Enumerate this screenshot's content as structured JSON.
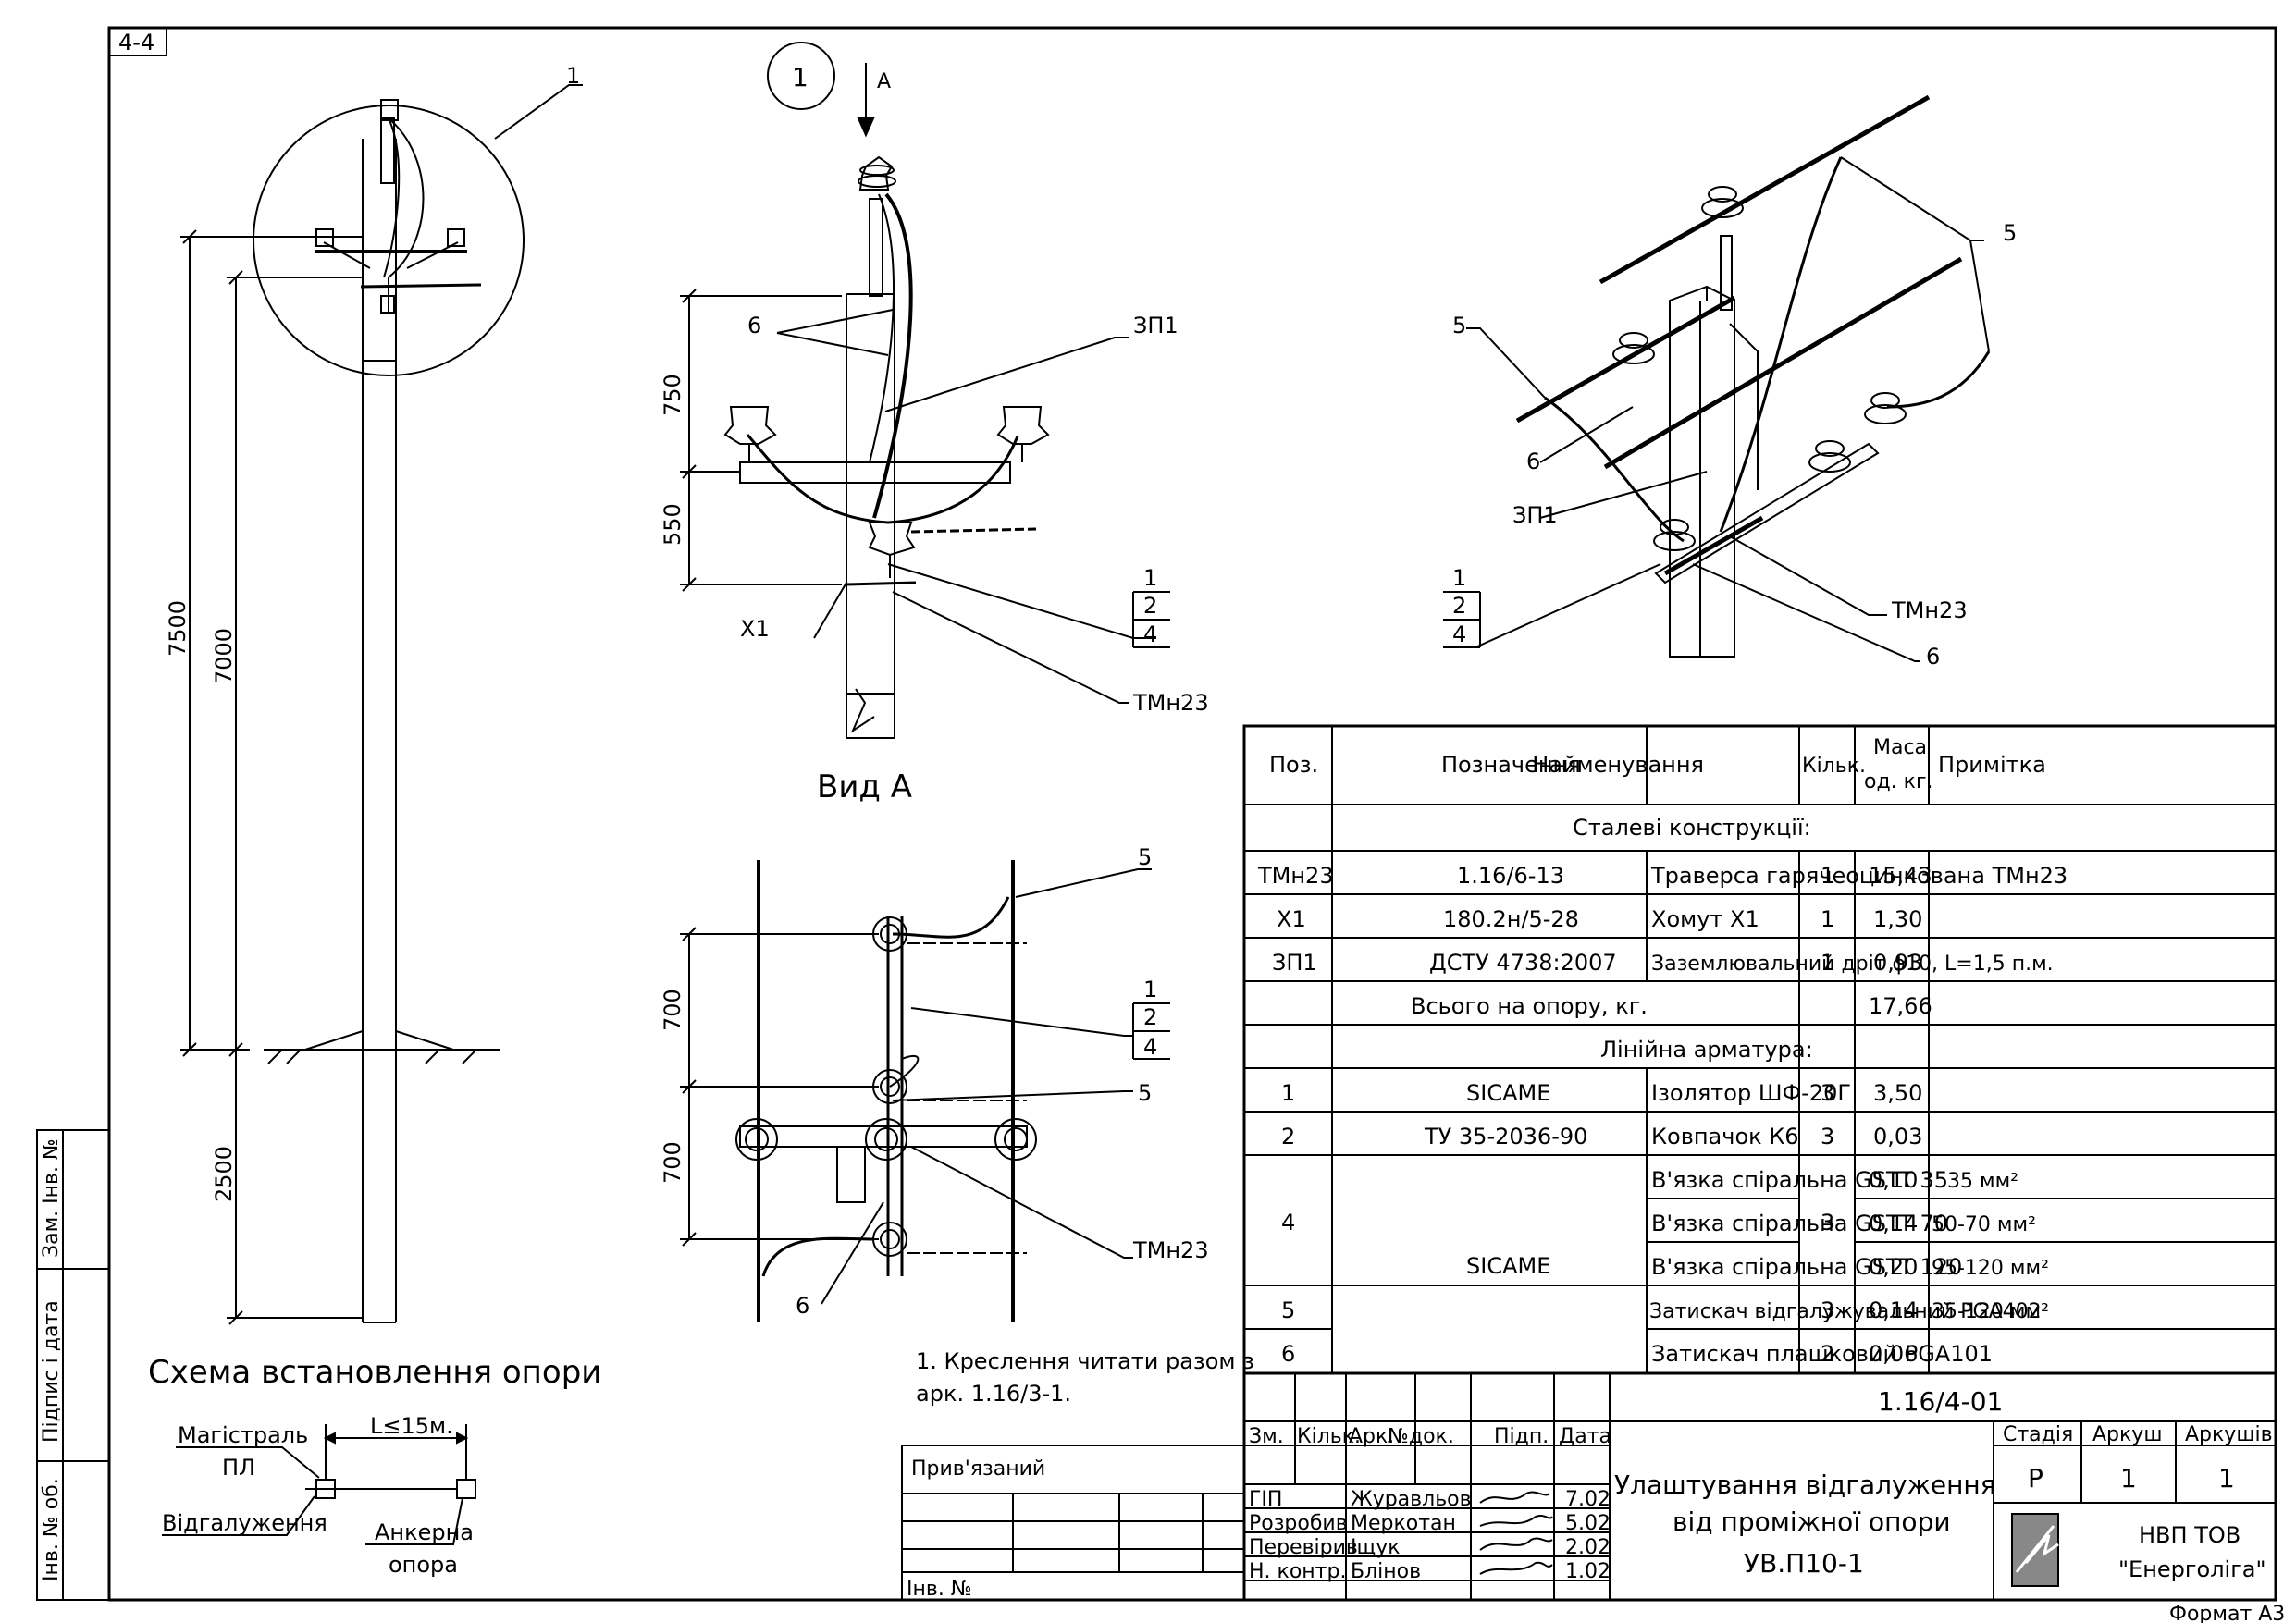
{
  "corner_label": "4-4",
  "view_title": "Вид А",
  "circle_label": "1",
  "arrow_label": "А",
  "scheme_title": "Схема встановлення опори",
  "callouts": {
    "one": "1",
    "two": "2",
    "four": "4",
    "five": "5",
    "six": "6",
    "zp1": "ЗП1",
    "x1": "Х1",
    "tmn23": "ТМн23"
  },
  "dims": {
    "d7500": "7500",
    "d7000": "7000",
    "d2500": "2500",
    "d750": "750",
    "d550": "550",
    "d700a": "700",
    "d700b": "700"
  },
  "scheme": {
    "main_line": "Магістраль",
    "pl": "ПЛ",
    "length": "L≤15м.",
    "branch": "Відгалуження",
    "anchor1": "Анкерна",
    "anchor2": "опора"
  },
  "note": {
    "line1": "1. Креслення читати разом з",
    "line2": "арк. 1.16/3-1."
  },
  "side_stamp": {
    "zam": "Зам. Інв. №",
    "pidpys": "Підпис і дата",
    "inv": "Інв. № об."
  },
  "spec": {
    "headers": {
      "poz": "Поз.",
      "designation": "Позначення",
      "name": "Найменування",
      "qty": "Кільк.",
      "mass1": "Маса",
      "mass2": "од. кг.",
      "note": "Примітка"
    },
    "section_steel": "Сталеві конструкції:",
    "section_fitting": "Лінійна арматура:",
    "total_label": "Всього на опору, кг.",
    "total_value": "17,66",
    "rows_steel": [
      {
        "poz": "ТМн23",
        "des": "1.16/6-13",
        "name": "Траверса гарячеоцинкована ТМн23",
        "qty": "1",
        "mass": "15,43"
      },
      {
        "poz": "Х1",
        "des": "180.2н/5-28",
        "name": "Хомут Х1",
        "qty": "1",
        "mass": "1,30"
      },
      {
        "poz": "ЗП1",
        "des": "ДСТУ 4738:2007",
        "name": "Заземлювальний дріт ϕ10, L=1,5 п.м.",
        "qty": "1",
        "mass": "0,93"
      }
    ],
    "rows_fit": [
      {
        "poz": "1",
        "des": "SICAME",
        "name": "Ізолятор ШФ-20Г",
        "qty": "3",
        "mass": "3,50",
        "note": ""
      },
      {
        "poz": "2",
        "des": "ТУ 35-2036-90",
        "name": "Ковпачок К6",
        "qty": "3",
        "mass": "0,03",
        "note": ""
      }
    ],
    "group4": {
      "poz": "4",
      "des": "SICAME",
      "qty": "3",
      "items": [
        {
          "name": "В'язка спіральна GSTT 35",
          "mass": "0,10",
          "note": "35 мм²"
        },
        {
          "name": "В'язка спіральна GSTT 70",
          "mass": "0,14",
          "note": "50-70 мм²"
        },
        {
          "name": "В'язка спіральна GSTT 120",
          "mass": "0,20",
          "note": "95-120 мм²"
        }
      ]
    },
    "row5": {
      "poz": "5",
      "name": "Затискач відгалужувальний PGA402",
      "qty": "3",
      "mass": "0,14",
      "note": "35-120 мм²"
    },
    "row6": {
      "poz": "6",
      "name": "Затискач плашковий PGA101",
      "qty": "2",
      "mass": "0,06",
      "note": ""
    }
  },
  "title_block": {
    "code": "1.16/4-01",
    "title1": "Улаштування відгалуження",
    "title2": "від проміжної опори",
    "title3": "УВ.П10-1",
    "privyazaniy": "Прив'язаний",
    "inv_no": "Інв. №",
    "cols": {
      "zm": "Зм.",
      "kilk": "Кільк.",
      "ark": "Арк.",
      "ndok": "№док.",
      "pidp": "Підп.",
      "data": "Дата"
    },
    "roles": [
      {
        "role": "ГІП",
        "name": "Журавльов",
        "date": "7.02"
      },
      {
        "role": "Розробив",
        "name": "Меркотан",
        "date": "5.02"
      },
      {
        "role": "Перевірив",
        "name": "Іщук",
        "date": "2.02"
      },
      {
        "role": "Н. контр.",
        "name": "Блінов",
        "date": "1.02"
      }
    ],
    "stage_h": "Стадія",
    "sheet_h": "Аркуш",
    "sheets_h": "Аркушів",
    "stage": "Р",
    "sheet": "1",
    "sheets": "1",
    "company1": "НВП ТОВ",
    "company2": "\"Енерголіга\"",
    "format": "Формат А3"
  }
}
